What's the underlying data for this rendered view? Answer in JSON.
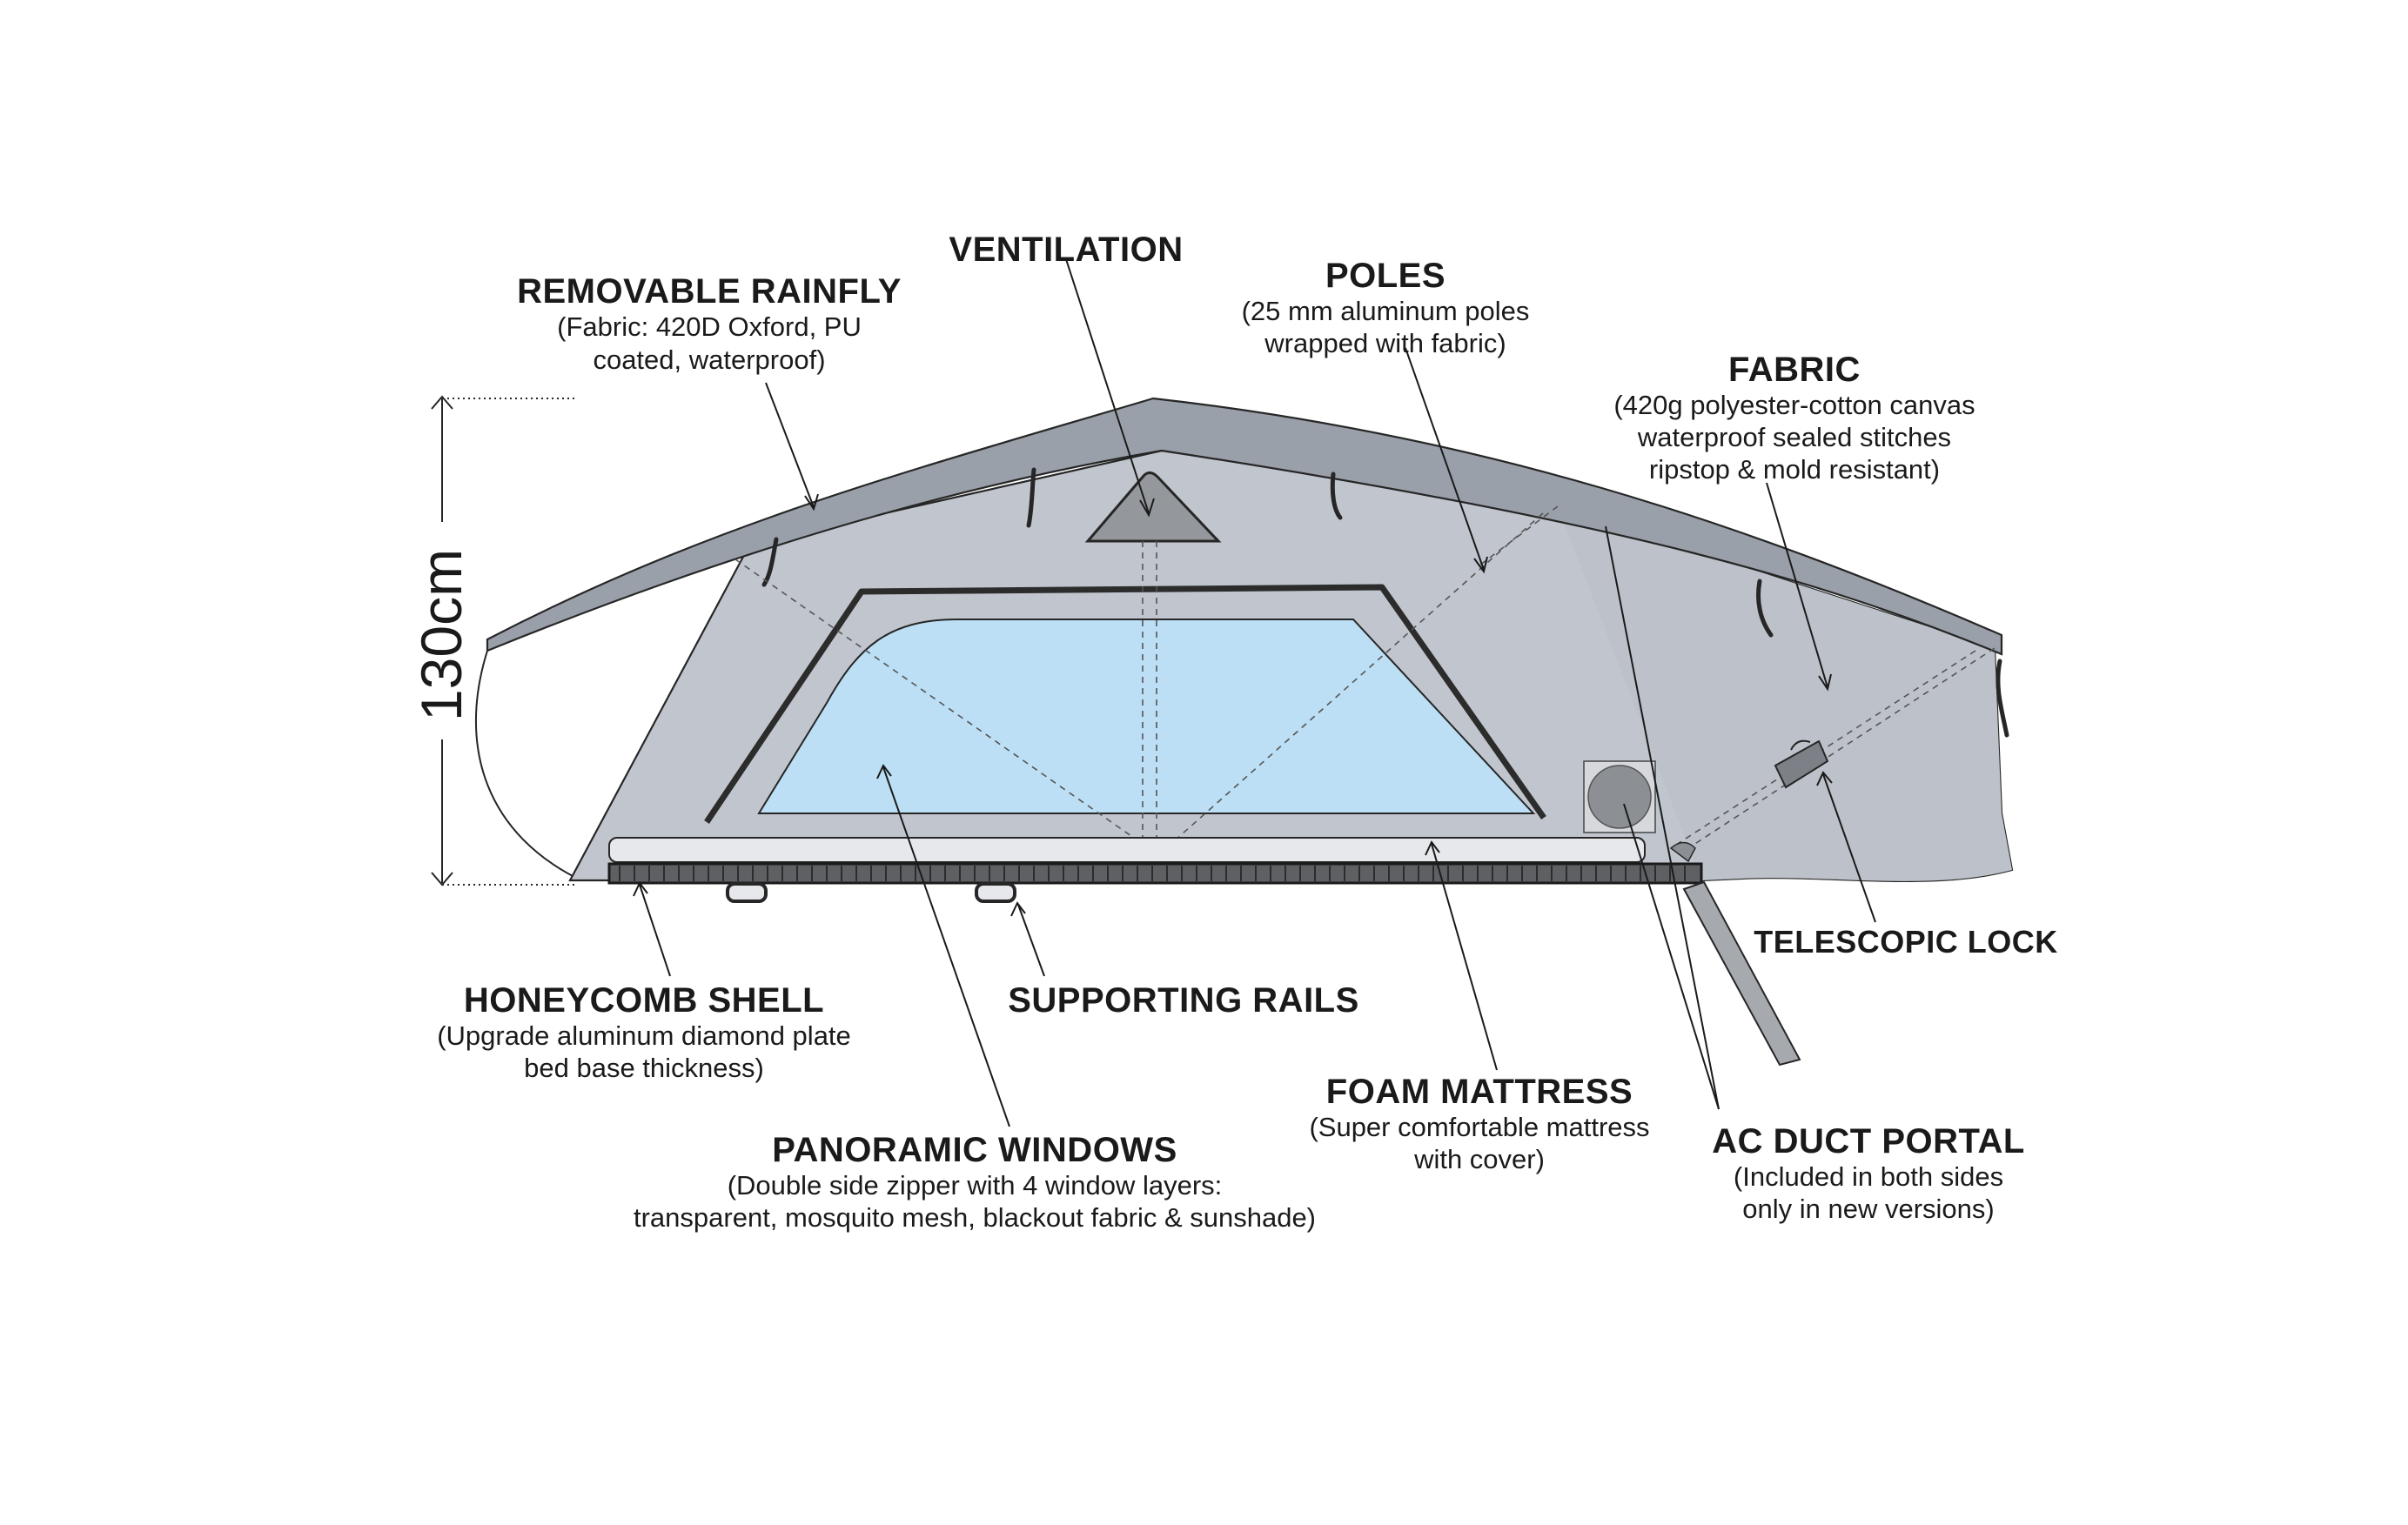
{
  "dimension": {
    "height_label": "130cm"
  },
  "callouts": {
    "ventilation": {
      "title": "VENTILATION",
      "lines": []
    },
    "rainfly": {
      "title": "REMOVABLE RAINFLY",
      "lines": [
        "(Fabric: 420D Oxford, PU",
        "coated, waterproof)"
      ]
    },
    "poles": {
      "title": "POLES",
      "lines": [
        "(25 mm aluminum poles",
        "wrapped with fabric)"
      ]
    },
    "fabric": {
      "title": "FABRIC",
      "lines": [
        "(420g polyester-cotton canvas",
        "waterproof sealed stitches",
        "ripstop & mold resistant)"
      ]
    },
    "telescopic_lock": {
      "title": "TELESCOPIC LOCK",
      "lines": []
    },
    "honeycomb_shell": {
      "title": "HONEYCOMB SHELL",
      "lines": [
        "(Upgrade aluminum diamond plate",
        "bed base thickness)"
      ]
    },
    "supporting_rails": {
      "title": "SUPPORTING RAILS",
      "lines": []
    },
    "foam_mattress": {
      "title": "FOAM MATTRESS",
      "lines": [
        "(Super comfortable mattress",
        "with cover)"
      ]
    },
    "ac_duct_portal": {
      "title": "AC DUCT PORTAL",
      "lines": [
        "(Included in both sides",
        "only in new versions)"
      ]
    },
    "panoramic_windows": {
      "title": "PANORAMIC WINDOWS",
      "lines": [
        "(Double side zipper with 4 window layers:",
        "transparent, mosquito mesh, blackout fabric & sunshade)"
      ]
    }
  },
  "colors": {
    "tent_body": "#c1c6ce",
    "rainfly": "#9aa0a9",
    "window": "#bcdff5",
    "vent": "#94979c",
    "base": "#5e6064",
    "outline": "#262626"
  }
}
